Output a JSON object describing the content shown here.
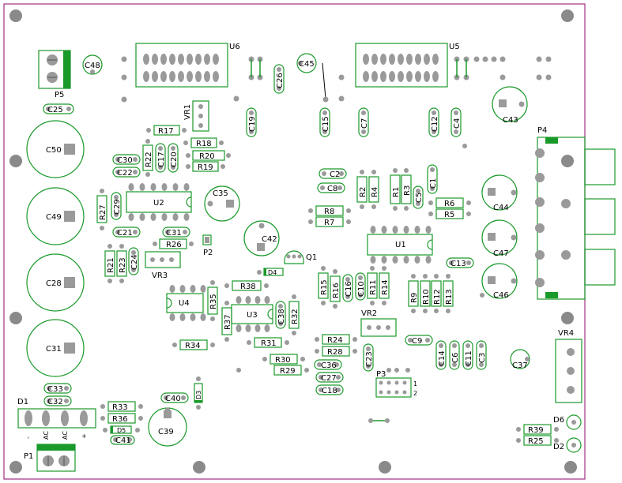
{
  "board": {
    "outline_color": "#a0307f",
    "silk_color": "#1a9a2a",
    "pad_color": "#9a9a9a",
    "hole_color": "#8a8a8a"
  },
  "labels": {
    "u6": "U6",
    "u5": "U5",
    "p5": "P5",
    "c48": "C48",
    "c45": "C45",
    "c26": "C26",
    "c25": "C25",
    "vr1": "VR1",
    "c43": "C43",
    "p4": "P4",
    "c50": "C50",
    "r17": "R17",
    "c19": "C19",
    "c15": "C15",
    "c7": "C7",
    "c12": "C12",
    "c4": "C4",
    "r18": "R18",
    "c17": "C17",
    "c20": "C20",
    "r20": "R20",
    "r22": "R22",
    "c30": "C30",
    "r19": "R19",
    "c22": "C22",
    "c2": "C2",
    "c1": "C1",
    "c8": "C8",
    "r2": "R2",
    "r4": "R4",
    "r1": "R1",
    "r3": "R3",
    "c5": "C5",
    "r6": "R6",
    "c44": "C44",
    "r5": "R5",
    "r27": "R27",
    "c29": "C29",
    "u2": "U2",
    "c35": "C35",
    "c49": "C49",
    "r8": "R8",
    "r7": "R7",
    "c21": "C21",
    "c31a": "C31",
    "r26": "R26",
    "p2": "P2",
    "c42": "C42",
    "u1": "U1",
    "c47": "C47",
    "r21": "R21",
    "r23": "R23",
    "c24": "C24",
    "vr3": "VR3",
    "q1": "Q1",
    "c13": "C13",
    "c28": "C28",
    "d4": "D4",
    "r15": "R15",
    "r16": "R16",
    "c16": "C16",
    "c10": "C10",
    "r11": "R11",
    "r14": "R14",
    "r9": "R9",
    "r10": "R10",
    "r12": "R12",
    "r13": "R13",
    "c46": "C46",
    "r38": "R38",
    "u4": "U4",
    "r35": "R35",
    "u3": "U3",
    "c38": "C38",
    "r32": "R32",
    "r37": "R37",
    "vr2": "VR2",
    "c31": "C31",
    "r24": "R24",
    "c9": "C9",
    "r34": "R34",
    "r31": "R31",
    "r28": "R28",
    "c23": "C23",
    "c14": "C14",
    "c6": "C6",
    "c11": "C11",
    "c3": "C3",
    "vr4": "VR4",
    "c37": "C37",
    "r30": "R30",
    "c36": "C36",
    "r29": "R29",
    "p3": "P3",
    "c27": "C27",
    "c33": "C33",
    "c18": "C18",
    "c32": "C32",
    "d1": "D1",
    "c40": "C40",
    "d3": "D3",
    "r33": "R33",
    "r36": "R36",
    "d5": "D5",
    "c39": "C39",
    "c41": "C41",
    "d6": "D6",
    "r39": "R39",
    "r25": "R25",
    "d2": "D2",
    "p1": "P1",
    "p3_pin1": "1",
    "p3_pin2": "2",
    "d1_minus": "-",
    "d1_ac1": "AC",
    "d1_ac2": "AC",
    "d1_plus": "+"
  }
}
